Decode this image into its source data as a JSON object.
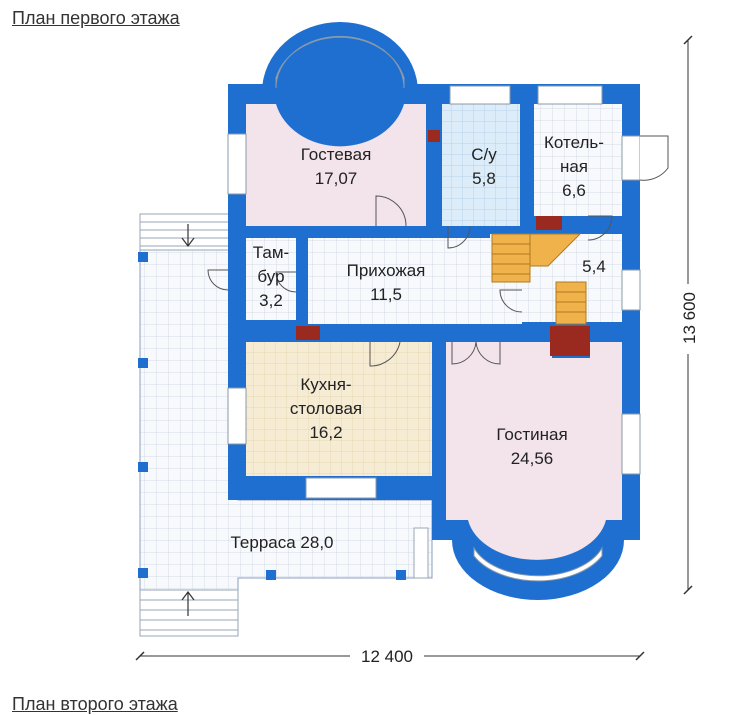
{
  "titles": {
    "first_floor": "План первого этажа",
    "second_floor": "План второго этажа"
  },
  "rooms": {
    "guest": {
      "name": "Гостевая",
      "area": "17,07"
    },
    "bathroom": {
      "name": "С/у",
      "area": "5,8"
    },
    "boiler": {
      "name_line1": "Котель-",
      "name_line2": "ная",
      "area": "6,6"
    },
    "stairs": {
      "area": "5,4"
    },
    "vestibule": {
      "name_line1": "Там-",
      "name_line2": "бур",
      "area": "3,2"
    },
    "hallway": {
      "name": "Прихожая",
      "area": "11,5"
    },
    "kitchen": {
      "name_line1": "Кухня-",
      "name_line2": "столовая",
      "area": "16,2"
    },
    "living": {
      "name": "Гостиная",
      "area": "24,56"
    },
    "terrace": {
      "name": "Терраса 28,0"
    }
  },
  "dimensions": {
    "width": "12 400",
    "height": "13 600"
  },
  "colors": {
    "wall": "#1f6fd1",
    "pink_room": "#f2e4ea",
    "wet_room": "#dcecf8",
    "kitchen": "#f6ecd3",
    "tile_grid": "#d4dbe6",
    "stairs": "#f0b24a",
    "chimney": "#9a2a1f"
  }
}
